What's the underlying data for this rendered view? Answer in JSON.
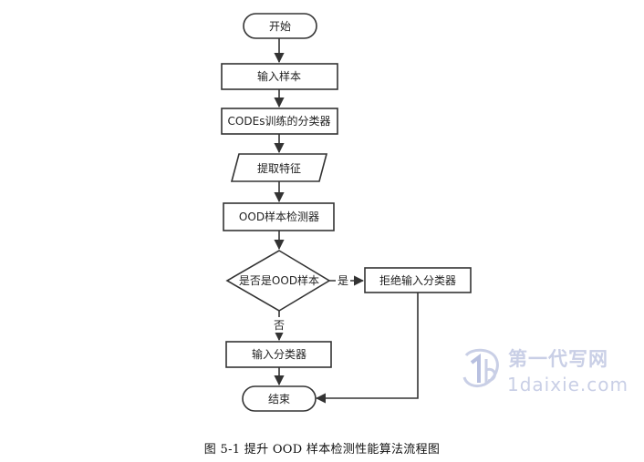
{
  "nodes": {
    "start": "开始",
    "input_sample": "输入样本",
    "codes_classifier": "CODEs训练的分类器",
    "extract_features": "提取特征",
    "ood_detector": "OOD样本检测器",
    "decision": "是否是OOD样本",
    "reject": "拒绝输入分类器",
    "input_classifier": "输入分类器",
    "end": "结束"
  },
  "edges": {
    "yes": "是",
    "no": "否"
  },
  "caption": "图 5-1  提升 OOD 样本检测性能算法流程图",
  "watermark": {
    "name_cn": "第一代写网",
    "url": "1daixie.com",
    "logo_icon": "1d-logo-icon"
  },
  "colors": {
    "stroke": "#333333",
    "watermark": "#c9cfe6"
  }
}
